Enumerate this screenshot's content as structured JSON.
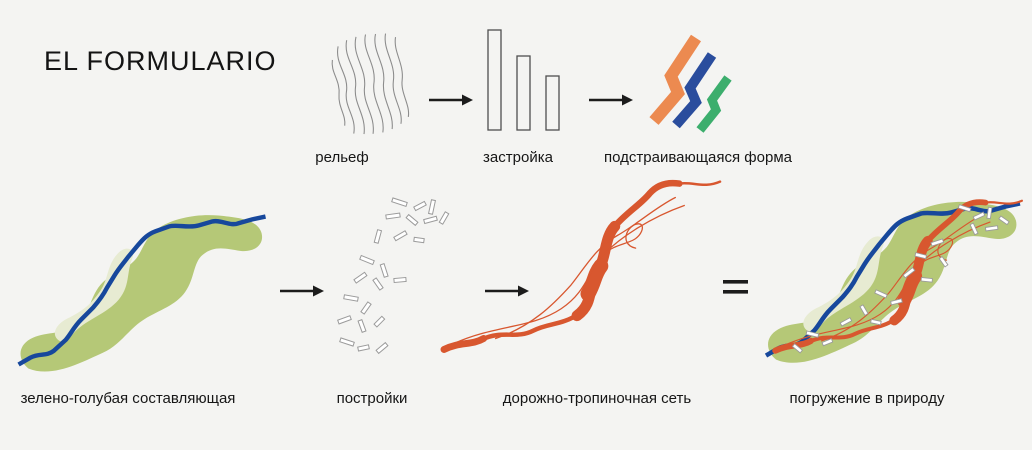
{
  "title": "EL FORMULARIO",
  "colors": {
    "background": "#f4f4f2",
    "text": "#161616",
    "arrow": "#1c1c1c",
    "contour": "#8c8c8c",
    "bar_outline": "#4f4f4f",
    "form_orange": "#ec8a50",
    "form_blue": "#2a4d9d",
    "form_green": "#3cae6d",
    "blob_green": "#b5c877",
    "blob_inner": "#e7ebd2",
    "river_blue": "#17489c",
    "building_outline": "#9b9b9b",
    "road_orange": "#d8572f"
  },
  "icons": {
    "arrow": "arrow-right-icon",
    "equals": "equals-icon"
  },
  "top_row": {
    "steps": [
      {
        "label": "рельеф"
      },
      {
        "label": "застройка"
      },
      {
        "label": "подстраивающаяся форма"
      }
    ]
  },
  "bottom_row": {
    "steps": [
      {
        "label": "зелено-голубая составляющая"
      },
      {
        "label": "постройки"
      },
      {
        "label": "дорожно-тропиночная сеть"
      },
      {
        "label": "погружение в природу"
      }
    ]
  }
}
